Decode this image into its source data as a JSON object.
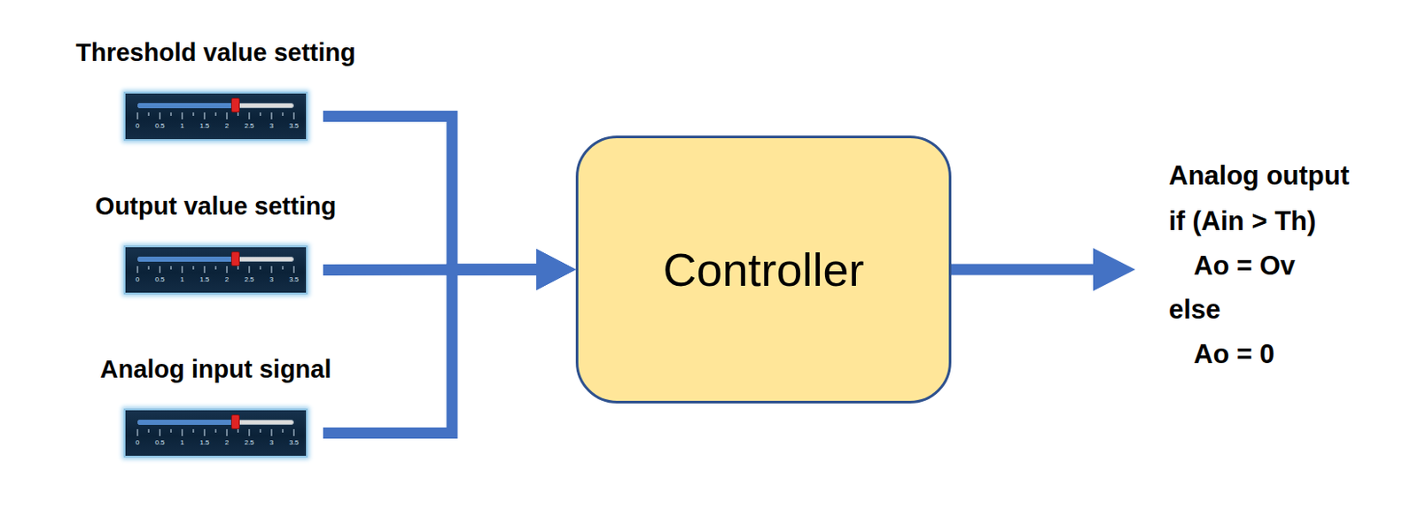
{
  "diagram": {
    "nodes": [
      {
        "text": [
          "Threshold value setting",
          "0",
          "0.5",
          "1",
          "1.5",
          "2",
          "2.5",
          "3",
          "3.5"
        ]
      },
      {
        "text": [
          "Output value setting",
          "0",
          "0.5",
          "1",
          "1.5",
          "2",
          "2.5",
          "3",
          "3.5"
        ]
      },
      {
        "text": [
          "Analog input signal",
          "0",
          "0.5",
          "1",
          "1.5",
          "2",
          "2.5",
          "3",
          "3.5"
        ]
      },
      {
        "text": [
          "Controller"
        ]
      }
    ],
    "edges": [
      {
        "from": 0,
        "to": 3,
        "arrow": "to"
      },
      {
        "from": 1,
        "to": 3,
        "arrow": "to"
      },
      {
        "from": 2,
        "to": 3,
        "arrow": "to"
      }
    ],
    "labels": [
      "Analog output",
      "if (Ain > Th)",
      "Ao = Ov",
      "else",
      "Ao = 0"
    ]
  }
}
